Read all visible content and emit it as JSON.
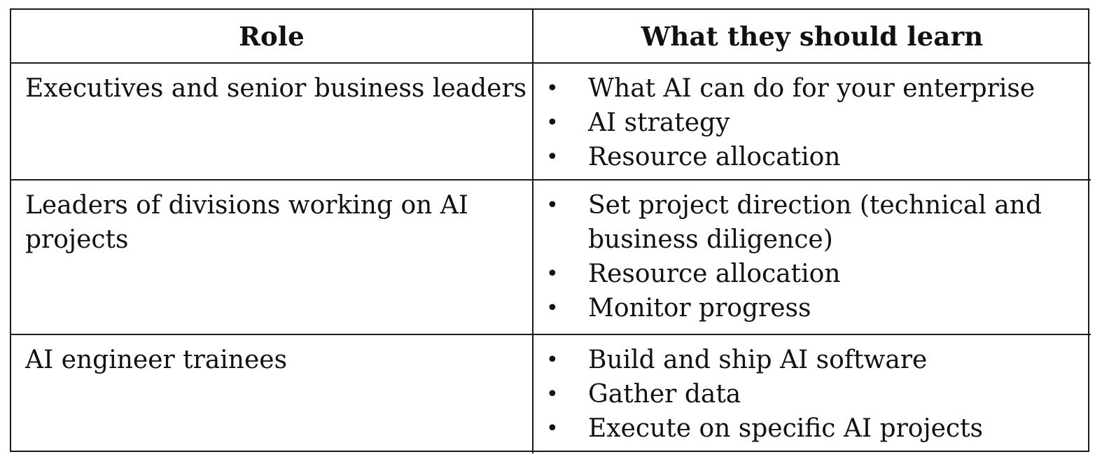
{
  "table": {
    "headers": [
      "Role",
      "What they should learn"
    ],
    "rows": [
      {
        "role": "Executives and senior business leaders",
        "learn": [
          "What AI can do for your enterprise",
          "AI strategy",
          "Resource allocation"
        ]
      },
      {
        "role": "Leaders of divisions working on AI projects",
        "learn": [
          "Set project direction (technical and business diligence)",
          "Resource allocation",
          "Monitor progress"
        ]
      },
      {
        "role": "AI engineer trainees",
        "learn": [
          "Build and ship AI software",
          "Gather data",
          "Execute on specific AI projects"
        ]
      }
    ],
    "bullet_glyph": "•"
  }
}
